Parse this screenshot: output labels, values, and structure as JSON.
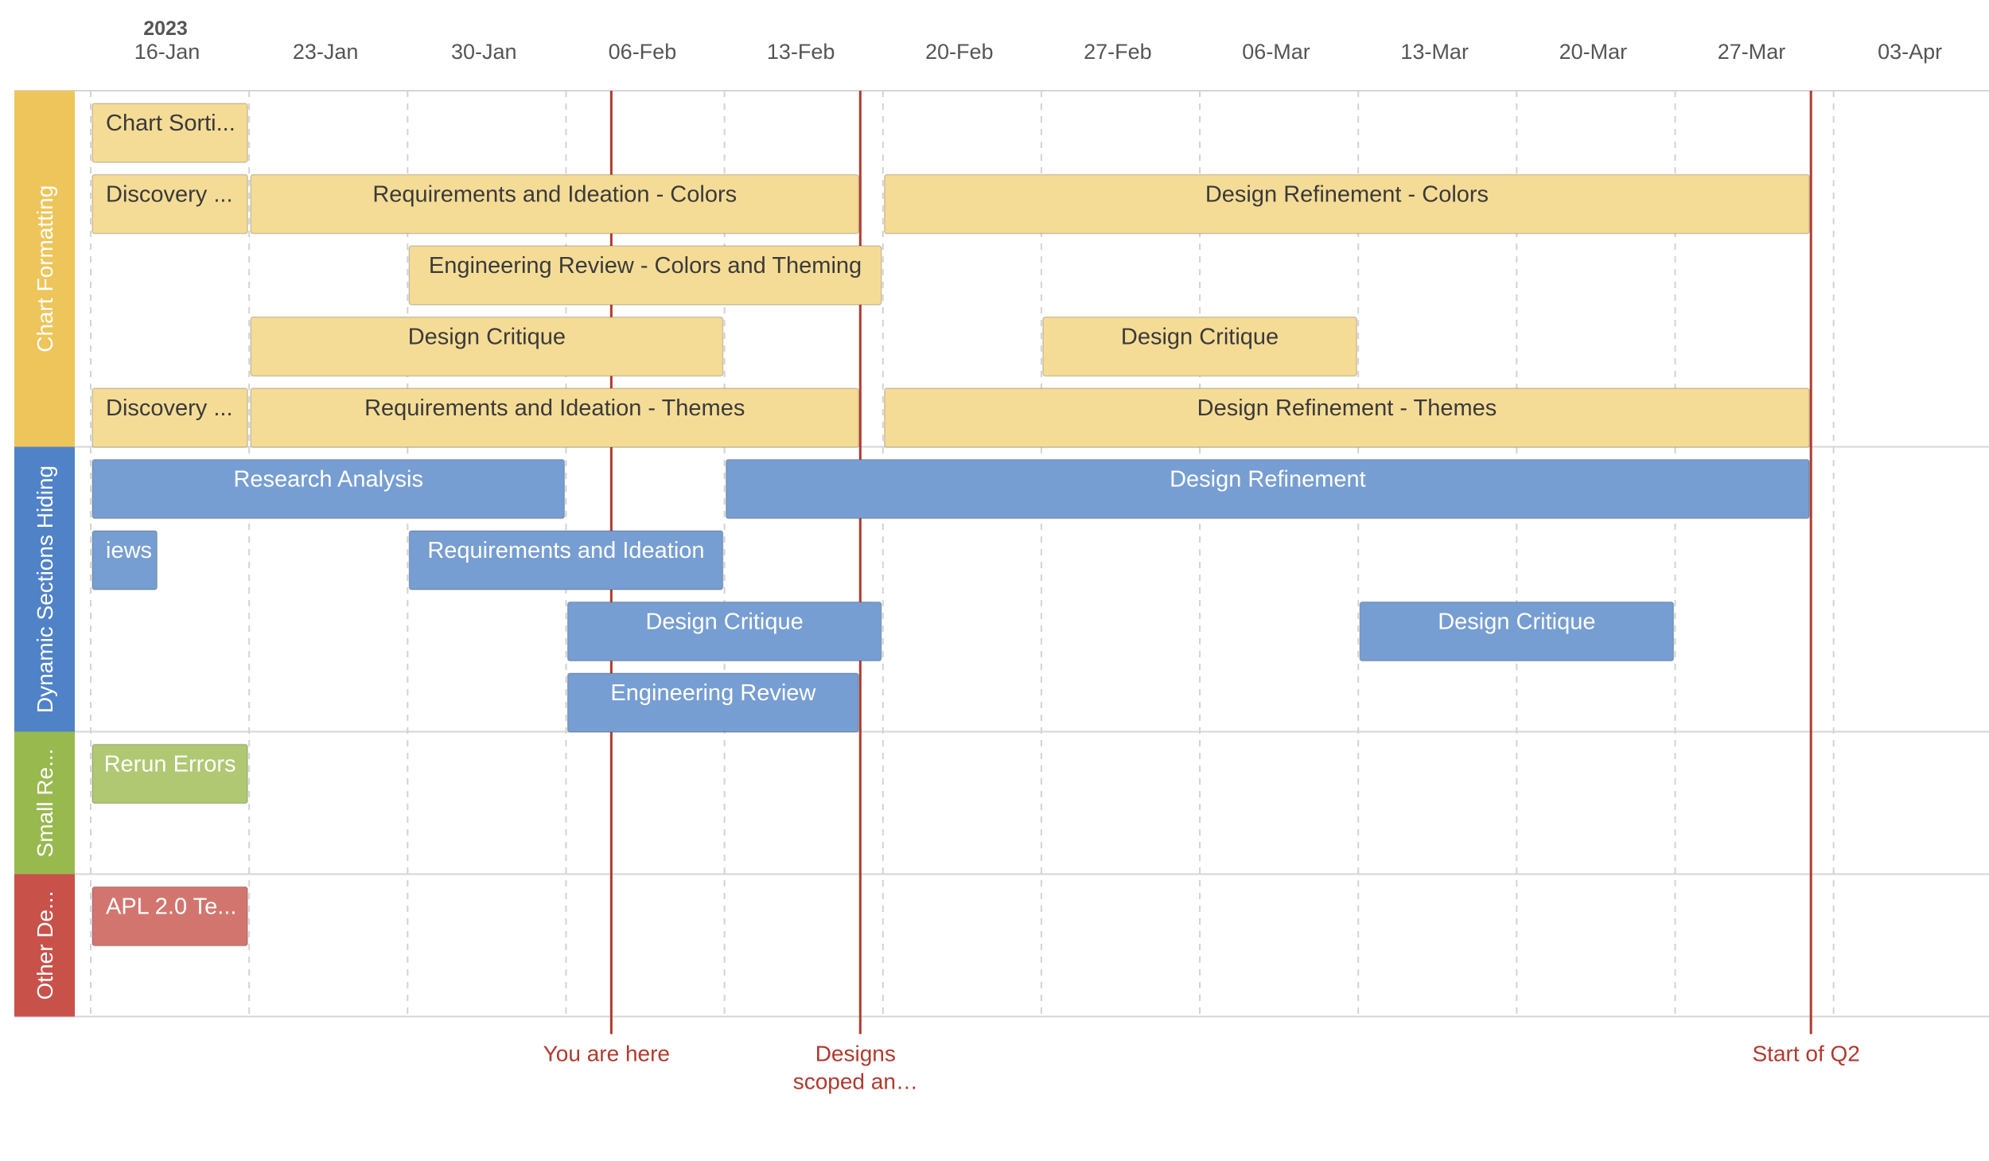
{
  "chart_data": {
    "type": "gantt",
    "year_label": "2023",
    "x_ticks": [
      "16-Jan",
      "23-Jan",
      "30-Jan",
      "06-Feb",
      "13-Feb",
      "20-Feb",
      "27-Feb",
      "06-Mar",
      "13-Mar",
      "20-Mar",
      "27-Mar",
      "03-Apr"
    ],
    "x_range": [
      "2023-01-15",
      "2023-04-08"
    ],
    "grid": true,
    "swimlanes": [
      {
        "name": "Chart Formatting",
        "color": "#eec55a",
        "bar_color": "#f5dc96",
        "text_color": "#3a3a3a",
        "rows": 5,
        "tasks": [
          {
            "label": "Chart Sorti...",
            "start": "2023-01-16",
            "end": "2023-01-23",
            "row": 0,
            "align": "left"
          },
          {
            "label": "Discovery ...",
            "start": "2023-01-16",
            "end": "2023-01-23",
            "row": 1,
            "align": "left"
          },
          {
            "label": "Requirements and Ideation - Colors",
            "start": "2023-01-23",
            "end": "2023-02-19",
            "row": 1,
            "align": "center"
          },
          {
            "label": "Design Refinement - Colors",
            "start": "2023-02-20",
            "end": "2023-04-02",
            "row": 1,
            "align": "center"
          },
          {
            "label": "Engineering Review - Colors and Theming",
            "start": "2023-01-30",
            "end": "2023-02-20",
            "row": 2,
            "align": "center"
          },
          {
            "label": "Design Critique",
            "start": "2023-01-23",
            "end": "2023-02-13",
            "row": 3,
            "align": "center"
          },
          {
            "label": "Design Critique",
            "start": "2023-02-27",
            "end": "2023-03-13",
            "row": 3,
            "align": "center"
          },
          {
            "label": "Discovery ...",
            "start": "2023-01-16",
            "end": "2023-01-23",
            "row": 4,
            "align": "left"
          },
          {
            "label": "Requirements and Ideation - Themes",
            "start": "2023-01-23",
            "end": "2023-02-19",
            "row": 4,
            "align": "center"
          },
          {
            "label": "Design Refinement - Themes",
            "start": "2023-02-20",
            "end": "2023-04-02",
            "row": 4,
            "align": "center"
          }
        ]
      },
      {
        "name": "Dynamic Sections Hiding",
        "color": "#5082c8",
        "bar_color": "#779ed2",
        "text_color": "#ffffff",
        "rows": 4,
        "tasks": [
          {
            "label": "Research Analysis",
            "start": "2023-01-16",
            "end": "2023-02-06",
            "row": 0,
            "align": "center"
          },
          {
            "label": "Design Refinement",
            "start": "2023-02-13",
            "end": "2023-04-02",
            "row": 0,
            "align": "center"
          },
          {
            "label": "iews",
            "start": "2023-01-16",
            "end": "2023-01-19",
            "row": 1,
            "align": "left"
          },
          {
            "label": "Requirements and Ideation",
            "start": "2023-01-30",
            "end": "2023-02-13",
            "row": 1,
            "align": "center"
          },
          {
            "label": "Design Critique",
            "start": "2023-02-06",
            "end": "2023-02-20",
            "row": 2,
            "align": "center"
          },
          {
            "label": "Design Critique",
            "start": "2023-03-13",
            "end": "2023-03-27",
            "row": 2,
            "align": "center"
          },
          {
            "label": "Engineering Review",
            "start": "2023-02-06",
            "end": "2023-02-19",
            "row": 3,
            "align": "center"
          }
        ]
      },
      {
        "name": "Small Re...",
        "color": "#98b94e",
        "bar_color": "#b0c872",
        "text_color": "#ffffff",
        "rows": 2,
        "tasks": [
          {
            "label": "Rerun Errors",
            "start": "2023-01-16",
            "end": "2023-01-23",
            "row": 0,
            "align": "center"
          }
        ]
      },
      {
        "name": "Other De...",
        "color": "#c8514a",
        "bar_color": "#d3756f",
        "text_color": "#ffffff",
        "rows": 2,
        "tasks": [
          {
            "label": "APL 2.0 Te...",
            "start": "2023-01-16",
            "end": "2023-01-23",
            "row": 0,
            "align": "left"
          }
        ]
      }
    ],
    "markers": [
      {
        "label": [
          "You are here"
        ],
        "date": "2023-02-08",
        "color": "#b03a2e"
      },
      {
        "label": [
          "Designs",
          "scoped an…"
        ],
        "date": "2023-02-19",
        "color": "#b03a2e"
      },
      {
        "label": [
          "Start of Q2"
        ],
        "date": "2023-04-02",
        "color": "#b03a2e"
      }
    ]
  }
}
